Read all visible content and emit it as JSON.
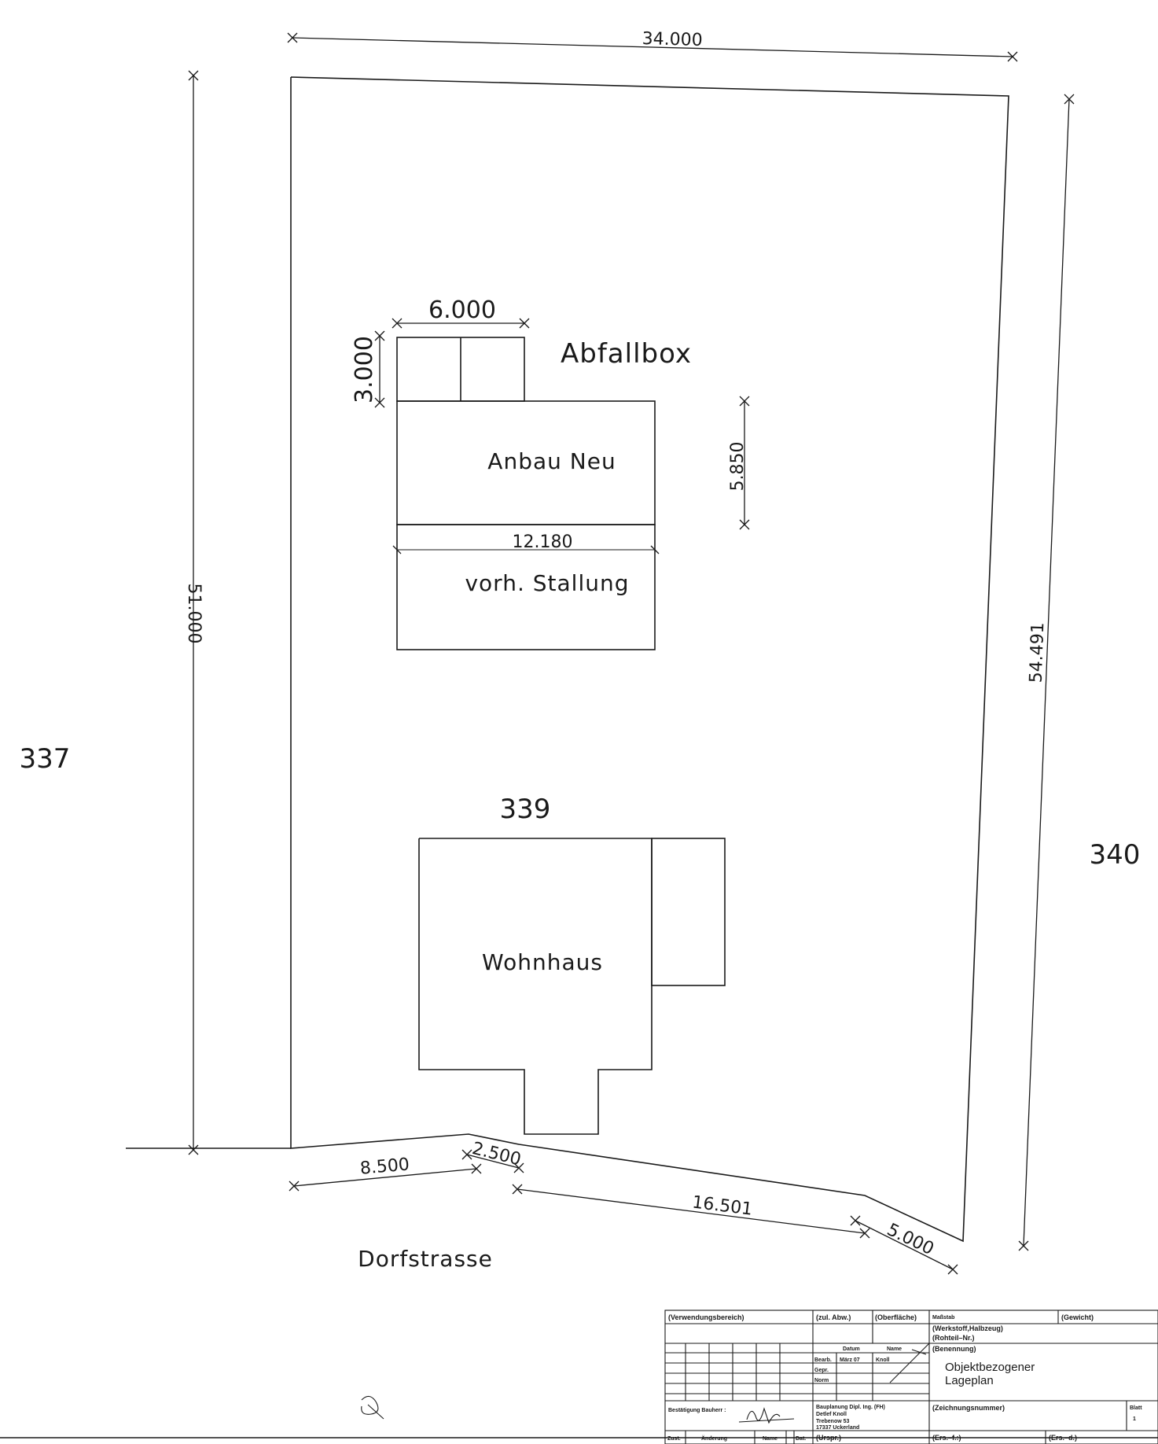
{
  "labels": {
    "abfallbox": "Abfallbox",
    "anbau_neu": "Anbau Neu",
    "vorh_stallung": "vorh. Stallung",
    "wohnhaus": "Wohnhaus",
    "parcel_center": "339",
    "parcel_left": "337",
    "parcel_right": "340",
    "street": "Dorfstrasse"
  },
  "dimensions": {
    "top_width": "34.000",
    "left_side": "51.000",
    "right_side": "54.491",
    "abfallbox_width": "6.000",
    "abfallbox_depth": "3.000",
    "anbau_depth": "5.850",
    "building_width": "12.180",
    "front_a": "8.500",
    "front_b": "2.500",
    "front_c": "16.501",
    "front_d": "5.000"
  },
  "title_block": {
    "verwendungsbereich": "(Verwendungsbereich)",
    "zul_abw": "(zul. Abw.)",
    "oberflaeche": "(Oberfläche)",
    "massstab": "Maßstab",
    "gewicht": "(Gewicht)",
    "werkstoff": "(Werkstoff,Halbzeug)",
    "rohteil": "(Rohteil–Nr.)",
    "benennung": "(Benennung)",
    "datum": "Datum",
    "name": "Name",
    "bearb": "Bearb.",
    "gepr": "Gepr.",
    "norm": "Norm",
    "bearb_datum": "März 07",
    "bearb_name": "Knoll",
    "title_line1": "Objektbezogener",
    "title_line2": "Lageplan",
    "bestaetigung": "Bestätigung Bauherr :",
    "office_line1": "Bauplanung Dipl. Ing. (FH)",
    "office_line2": "Detlef Knoll",
    "office_line3": "Trebenow 53",
    "office_line4": "17337 Uckerland",
    "zeichnungsnummer": "(Zeichnungsnummer)",
    "blatt": "Blatt",
    "blatt_value": "1",
    "zust": "Zust.",
    "aenderung": "Änderung",
    "name2": "Name",
    "dat": "Dat.",
    "urspr": "(Urspr.)",
    "ers_fuer": "(Ers.–f.:)",
    "ers_durch": "(Ers.–d.)"
  }
}
